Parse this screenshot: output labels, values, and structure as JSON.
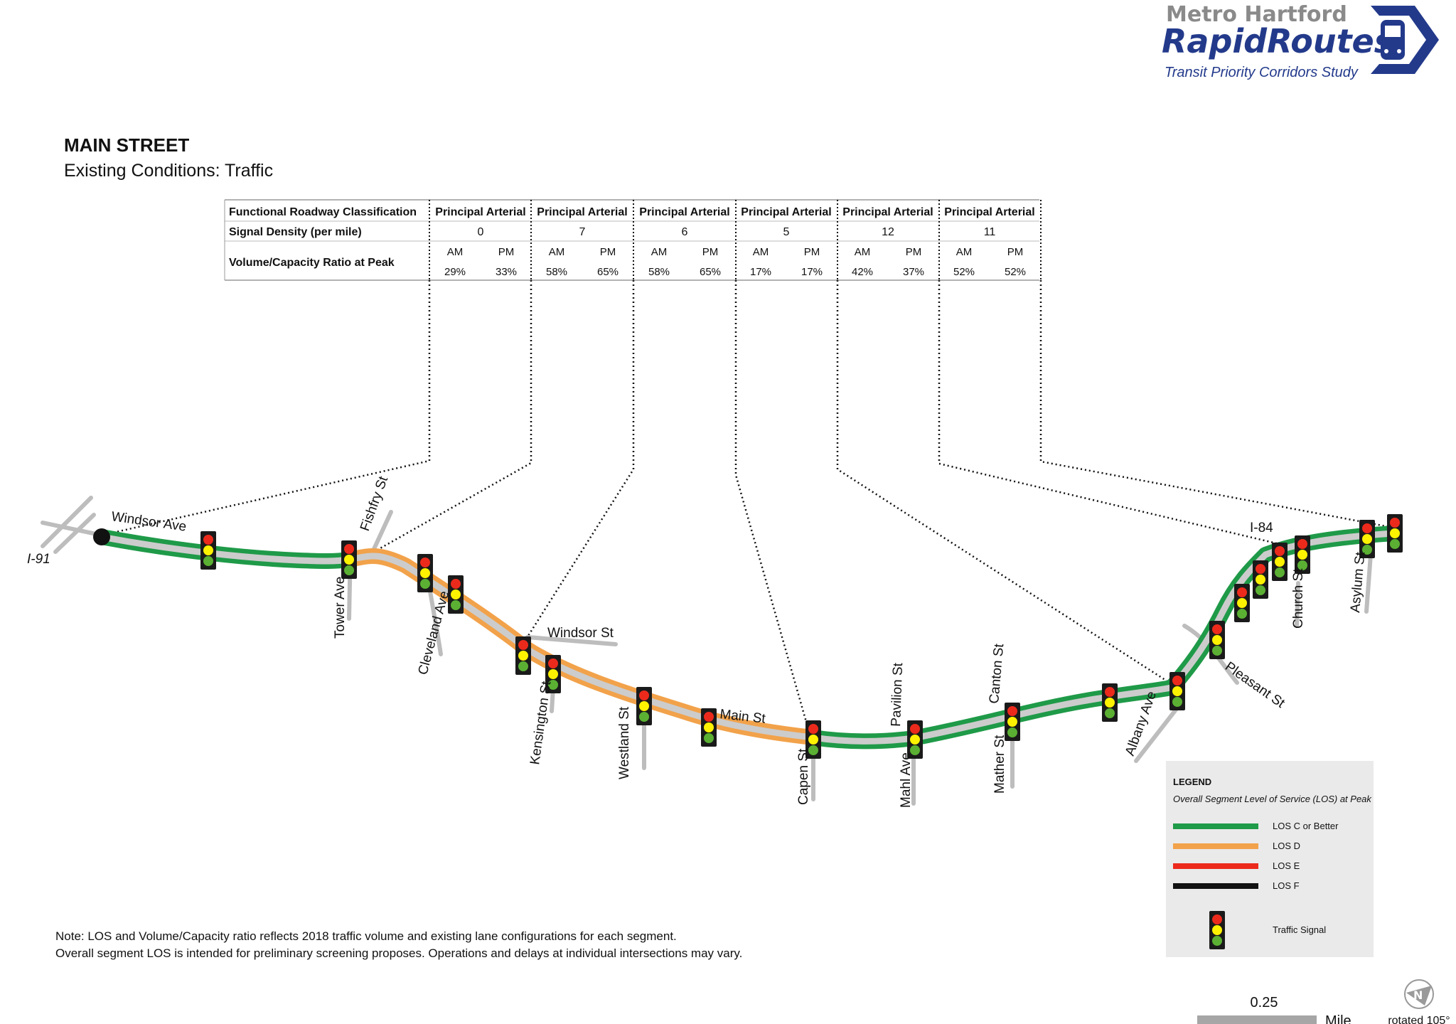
{
  "header": {
    "brand_top": "Metro Hartford",
    "brand_main": "RapidRoutes",
    "brand_sub": "Transit Priority Corridors Study"
  },
  "title": {
    "main": "MAIN STREET",
    "sub": "Existing Conditions: Traffic"
  },
  "table": {
    "row_labels": [
      "Functional Roadway Classification",
      "Signal Density (per mile)",
      "Volume/Capacity Ratio at Peak"
    ],
    "am_label": "AM",
    "pm_label": "PM",
    "segments": [
      {
        "classification": "Principal Arterial",
        "signal_density": "0",
        "am": "29%",
        "pm": "33%"
      },
      {
        "classification": "Principal Arterial",
        "signal_density": "7",
        "am": "58%",
        "pm": "65%"
      },
      {
        "classification": "Principal Arterial",
        "signal_density": "6",
        "am": "58%",
        "pm": "65%"
      },
      {
        "classification": "Principal Arterial",
        "signal_density": "5",
        "am": "17%",
        "pm": "17%"
      },
      {
        "classification": "Principal Arterial",
        "signal_density": "12",
        "am": "42%",
        "pm": "37%"
      },
      {
        "classification": "Principal Arterial",
        "signal_density": "11",
        "am": "52%",
        "pm": "52%"
      }
    ]
  },
  "map": {
    "corridor": "Main St",
    "highways": [
      "I-91",
      "I-84"
    ],
    "streets": [
      "Windsor Ave",
      "Fishfry St",
      "Tower Ave",
      "Cleveland Ave",
      "Windsor St",
      "Kensington St",
      "Westland St",
      "Main St",
      "Capen St",
      "Pavilion St",
      "Mahl Ave",
      "Canton St",
      "Mather St",
      "Albany Ave",
      "Pleasant St",
      "Church St",
      "Asylum St"
    ],
    "segment_los": [
      "LOS C or Better",
      "LOS D",
      "LOS D",
      "LOS C or Better",
      "LOS C or Better",
      "LOS C or Better"
    ]
  },
  "legend": {
    "title": "LEGEND",
    "subtitle": "Overall Segment Level of Service (LOS) at Peak",
    "items": [
      {
        "label": "LOS C or Better",
        "color": "#1f9a48"
      },
      {
        "label": "LOS D",
        "color": "#f2a24a"
      },
      {
        "label": "LOS E",
        "color": "#ec2a1c"
      },
      {
        "label": "LOS F",
        "color": "#111111"
      }
    ],
    "signal_label": "Traffic Signal"
  },
  "note": {
    "line1": "Note: LOS and Volume/Capacity ratio reflects 2018 traffic volume and existing lane configurations for each segment.",
    "line2": "Overall segment LOS is intended for preliminary screening proposes. Operations and delays at individual intersections may vary."
  },
  "scale": {
    "value": "0.25",
    "unit": "Mile",
    "rotation": "rotated 105°"
  },
  "colors": {
    "brand_navy": "#233a8b",
    "brand_gray": "#8a8a8a",
    "los_c": "#1f9a48",
    "los_d": "#f2a24a",
    "road_core": "#cccccc",
    "street_gray": "#bdbdbd"
  }
}
